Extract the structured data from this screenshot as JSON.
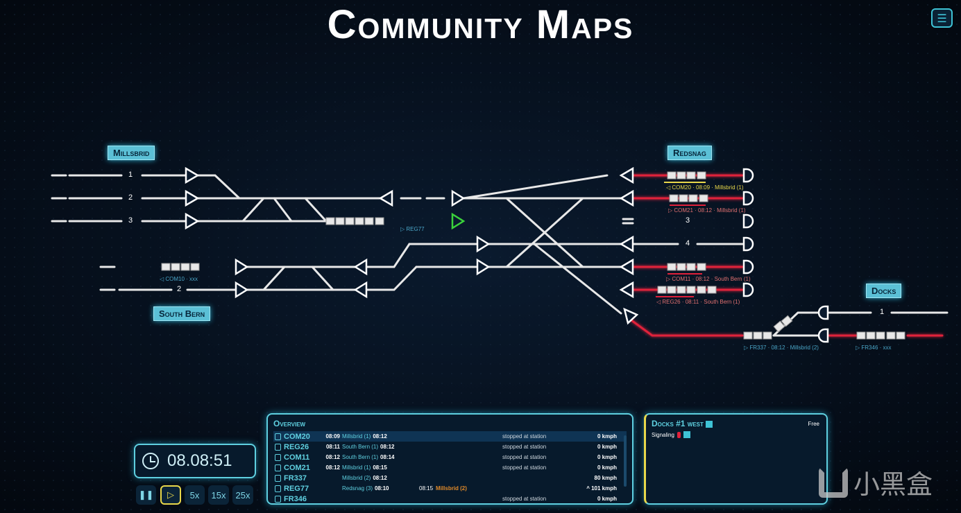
{
  "title": "Community Maps",
  "menu_icon": "list-icon",
  "stations": {
    "millsbrid": "Millsbrid",
    "redsnag": "Redsnag",
    "south_bern": "South Bern",
    "docks": "Docks"
  },
  "track_numbers": {
    "m1": "1",
    "m2": "2",
    "m3": "3",
    "r3": "3",
    "r4": "4",
    "s2": "2",
    "d1": "1"
  },
  "train_labels": {
    "com20": "◁ COM20 · 08:09 · Millsbrid (1)",
    "com21": "▷ COM21 · 08:12 · Millsbrid (1)",
    "com11": "▷ COM11 · 08:12 · South Bern (1)",
    "reg26": "◁ REG26 · 08:11 · South Bern (1)",
    "reg77": "▷ REG77",
    "com10": "◁ COM10 · xxx",
    "fr337": "▷ FR337 · 08:12 · Millsbrid (2)",
    "fr346": "▷ FR346 · xxx"
  },
  "clock": {
    "time": "08.08:51"
  },
  "speed_controls": {
    "pause": "❚❚",
    "play": "▷",
    "x5": "5x",
    "x15": "15x",
    "x25": "25x"
  },
  "overview": {
    "title": "Overview",
    "rows": [
      {
        "id": "COM20",
        "dep": "08:09",
        "station": "Millsbrid (1)",
        "arr": "08:12",
        "status": "stopped at station",
        "speed": "0 kmph"
      },
      {
        "id": "REG26",
        "dep": "08:11",
        "station": "South Bern (1)",
        "arr": "08:12",
        "status": "stopped at station",
        "speed": "0 kmph"
      },
      {
        "id": "COM11",
        "dep": "08:12",
        "station": "South Bern (1)",
        "arr": "08:14",
        "status": "stopped at station",
        "speed": "0 kmph"
      },
      {
        "id": "COM21",
        "dep": "08:12",
        "station": "Millsbrid (1)",
        "arr": "08:15",
        "status": "stopped at station",
        "speed": "0 kmph"
      },
      {
        "id": "FR337",
        "dep": "",
        "station": "Millsbrid (2)",
        "arr": "08:12",
        "status": "",
        "speed": "80 kmph"
      },
      {
        "id": "REG77",
        "dep": "",
        "station": "Redsnag (3)",
        "arr": "08:10",
        "next_time": "08:15",
        "next_station": "Millsbrid (2)",
        "status": "",
        "speed": "^ 101 kmph"
      },
      {
        "id": "FR346",
        "dep": "",
        "station": "",
        "arr": "",
        "status": "stopped at station",
        "speed": "0 kmph"
      }
    ]
  },
  "docks_panel": {
    "title": "Docks #1 west",
    "state": "Free",
    "signaling": "Signaling"
  },
  "watermark": "小黑盒",
  "colors": {
    "accent": "#5fd0e0",
    "red": "#e0203a",
    "green": "#3bd23b",
    "yellow": "#e9d84a",
    "orange": "#e08a2a"
  }
}
